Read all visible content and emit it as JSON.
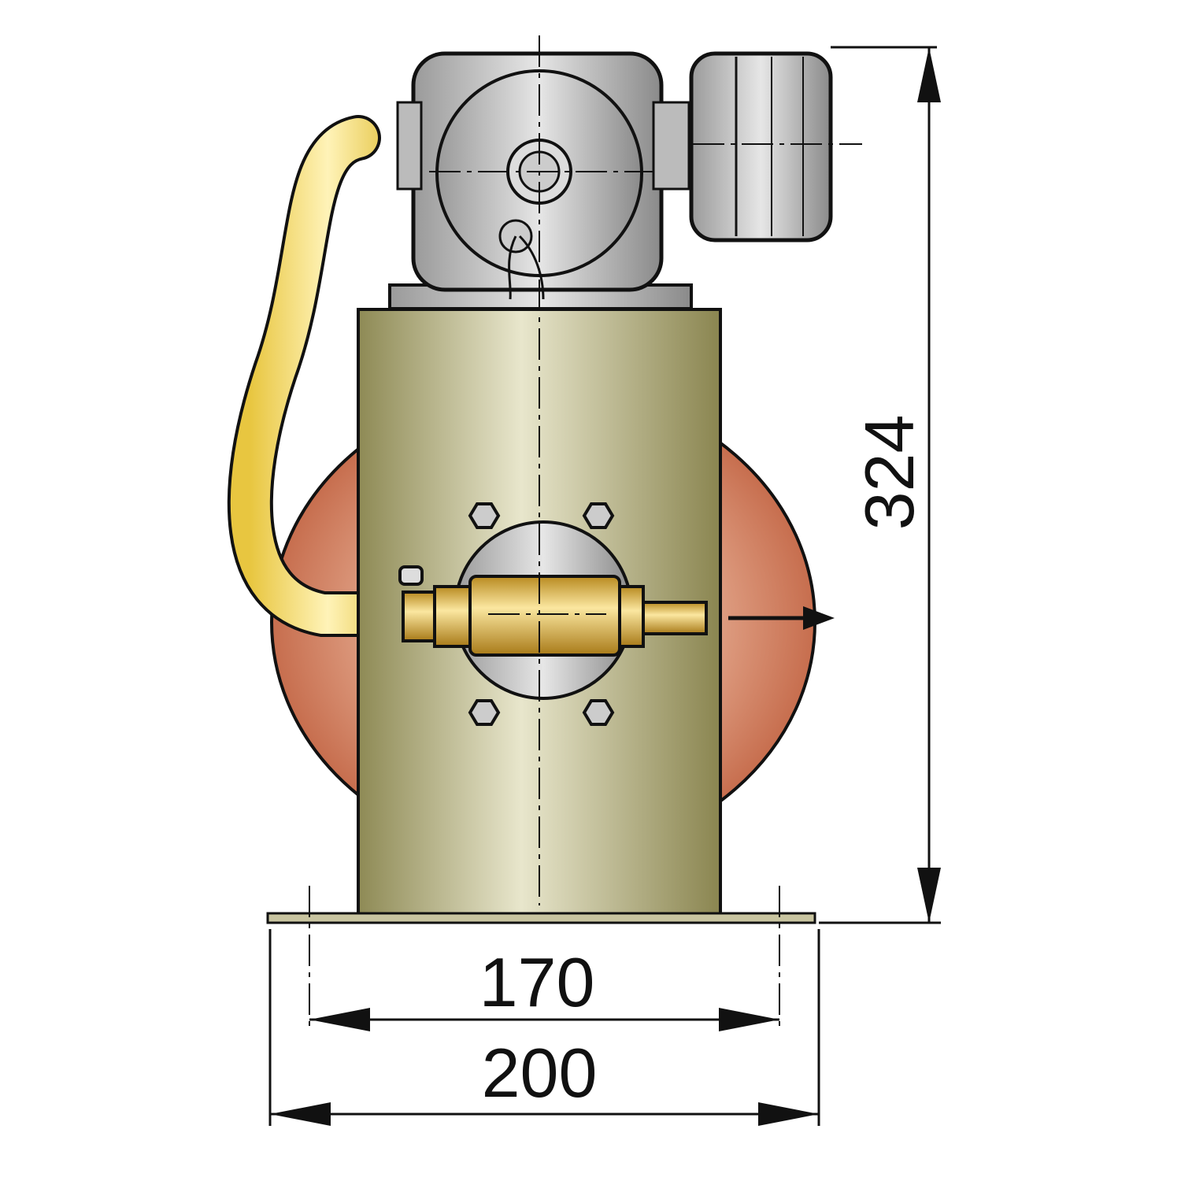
{
  "dimensions": {
    "height": "324",
    "inner_width": "170",
    "outer_width": "200"
  },
  "colors": {
    "hose": "#f6e27a",
    "sphere": "#d98a70",
    "cylinder": "#b8b48a",
    "metal": "#c8c8c8",
    "brass": "#e0b040",
    "line": "#111111"
  }
}
